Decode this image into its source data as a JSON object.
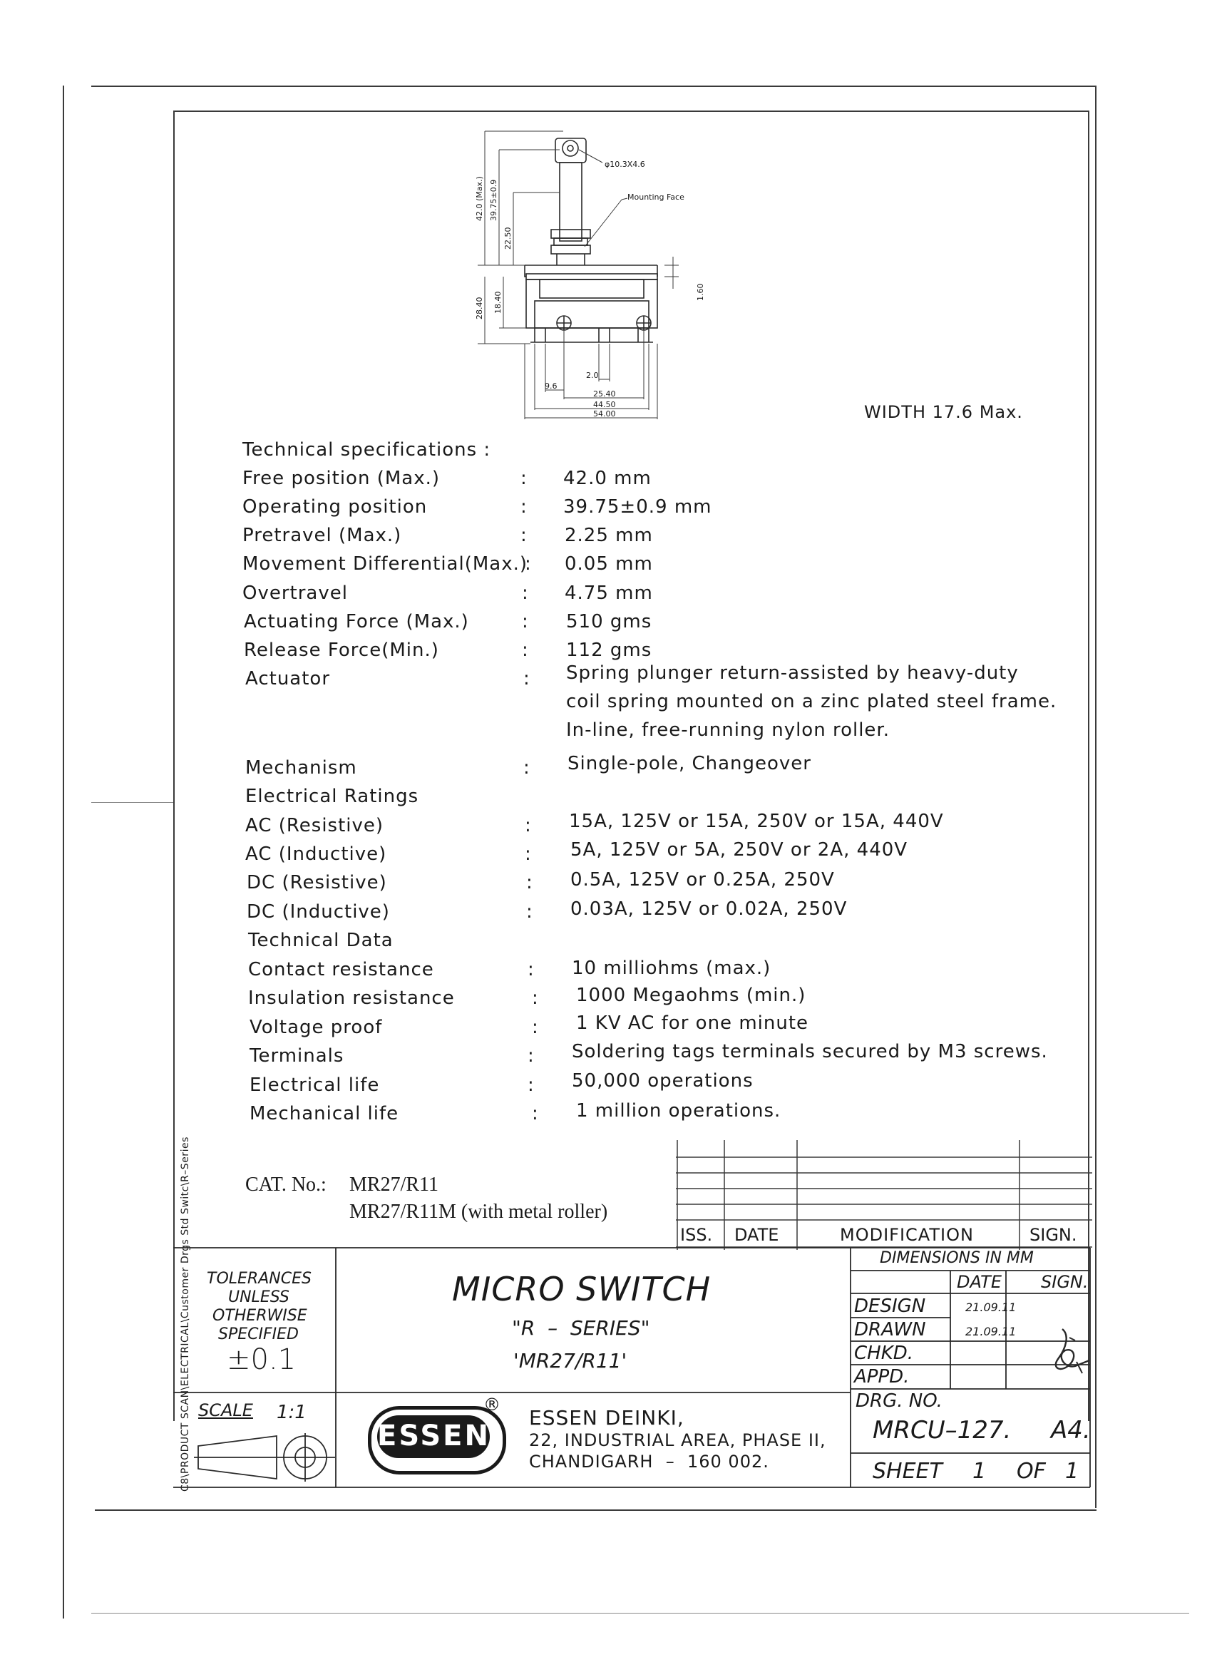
{
  "drawing": {
    "dim_roller": "φ10.3X4.6",
    "dim_mounting_face": "Mounting Face",
    "dim_v_free": "42.0 (Max.)",
    "dim_v_operating": "39.75±0.9",
    "dim_v_22": "22.50",
    "dim_v_28": "28.40",
    "dim_v_18": "18.40",
    "dim_v_1_6": "1.60",
    "dim_h_2": "2.0",
    "dim_h_9_6": "9.6",
    "dim_h_25_4": "25.40",
    "dim_h_44_5": "44.50",
    "dim_h_54": "54.00",
    "width_note": "WIDTH 17.6 Max."
  },
  "specs": {
    "heading": "Technical specifications :",
    "rows_top": [
      {
        "label": "Free position (Max.)",
        "value": "42.0 mm"
      },
      {
        "label": "Operating position",
        "value": "39.75±0.9 mm"
      },
      {
        "label": "Pretravel (Max.)",
        "value": "2.25 mm"
      },
      {
        "label": "Movement Differential(Max.)",
        "value": "0.05 mm"
      },
      {
        "label": "Overtravel",
        "value": "4.75 mm"
      },
      {
        "label": "Actuating Force (Max.)",
        "value": "510 gms"
      },
      {
        "label": "Release Force(Min.)",
        "value": "112 gms"
      }
    ],
    "actuator": {
      "label": "Actuator",
      "lines": [
        "Spring plunger return-assisted by heavy-duty",
        "coil spring mounted on a zinc plated steel frame.",
        "In-line, free-running nylon roller."
      ]
    },
    "mechanism": {
      "label": "Mechanism",
      "value": "Single-pole, Changeover"
    },
    "electrical_heading": "Electrical Ratings",
    "electrical_rows": [
      {
        "label": "AC (Resistive)",
        "value": "15A, 125V or 15A, 250V or 15A, 440V"
      },
      {
        "label": "AC (Inductive)",
        "value": "5A, 125V or 5A, 250V or 2A, 440V"
      },
      {
        "label": "DC (Resistive)",
        "value": "0.5A, 125V or 0.25A, 250V"
      },
      {
        "label": "DC (Inductive)",
        "value": "0.03A, 125V or 0.02A, 250V"
      }
    ],
    "technical_heading": "Technical Data",
    "technical_rows": [
      {
        "label": "Contact resistance",
        "value": "10 milliohms (max.)"
      },
      {
        "label": "Insulation resistance",
        "value": "1000 Megaohms (min.)"
      },
      {
        "label": "Voltage proof",
        "value": "1 KV AC for one minute"
      },
      {
        "label": "Terminals",
        "value": "Soldering tags terminals secured by M3 screws."
      },
      {
        "label": "Electrical life",
        "value": "50,000 operations"
      },
      {
        "label": "Mechanical life",
        "value": "1 million operations."
      }
    ],
    "colon": ":"
  },
  "catalog": {
    "label": "CAT. No.:",
    "line1": "MR27/R11",
    "line2": "MR27/R11M (with metal roller)"
  },
  "revision": {
    "iss": "ISS.",
    "date": "DATE",
    "modification": "MODIFICATION",
    "sign": "SIGN."
  },
  "title_block": {
    "tolerances_lines": [
      "TOLERANCES",
      "UNLESS",
      "OTHERWISE",
      "SPECIFIED"
    ],
    "tolerance_value": "±0.1",
    "title": "MICRO SWITCH",
    "series": "\"R  –  SERIES\"",
    "model": "'MR27/R11'",
    "dimensions_note": "DIMENSIONS IN MM",
    "date_header": "DATE",
    "sign_header": "SIGN.",
    "design_label": "DESIGN",
    "design_date": "21.09.11",
    "drawn_label": "DRAWN",
    "drawn_date": "21.09.11",
    "checked_label": "CHKD.",
    "approved_label": "APPD.",
    "scale_label": "SCALE",
    "scale_value": "1:1",
    "logo_text": "ESSEN",
    "logo_registered": "®",
    "company_name": "ESSEN DEINKI,",
    "company_address1": "22, INDUSTRIAL AREA, PHASE II,",
    "company_address2": "CHANDIGARH  –  160 002.",
    "drg_no_label": "DRG. NO.",
    "drg_no": "MRCU–127.",
    "sheet_size": "A4.",
    "sheet_label": "SHEET",
    "sheet_num": "1",
    "sheet_of": "OF",
    "sheet_total": "1"
  },
  "side_path": "C8\\PRODUCT SCAN\\ELECTRICAL\\Customer Drgs Std Switc\\R–Series"
}
